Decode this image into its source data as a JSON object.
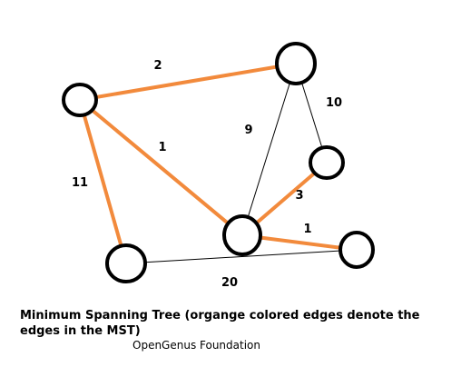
{
  "diagram": {
    "nodes": [
      {
        "id": "A"
      },
      {
        "id": "B"
      },
      {
        "id": "C"
      },
      {
        "id": "D"
      },
      {
        "id": "E"
      },
      {
        "id": "F"
      }
    ],
    "edges": [
      {
        "from": "A",
        "to": "B",
        "weight": "2",
        "in_mst": true
      },
      {
        "from": "A",
        "to": "D",
        "weight": "1",
        "in_mst": true
      },
      {
        "from": "A",
        "to": "E",
        "weight": "11",
        "in_mst": true
      },
      {
        "from": "B",
        "to": "D",
        "weight": "9",
        "in_mst": false
      },
      {
        "from": "B",
        "to": "C",
        "weight": "10",
        "in_mst": false
      },
      {
        "from": "C",
        "to": "D",
        "weight": "3",
        "in_mst": true
      },
      {
        "from": "D",
        "to": "F",
        "weight": "1",
        "in_mst": true
      },
      {
        "from": "E",
        "to": "F",
        "weight": "20",
        "in_mst": false
      }
    ],
    "colors": {
      "mst_edge": "#f28a3c",
      "normal_edge": "#000000",
      "node_stroke": "#000000",
      "node_fill": "#ffffff"
    }
  },
  "caption": "Minimum Spanning Tree (organge colored edges denote the edges in the MST)",
  "footer": "OpenGenus Foundation"
}
